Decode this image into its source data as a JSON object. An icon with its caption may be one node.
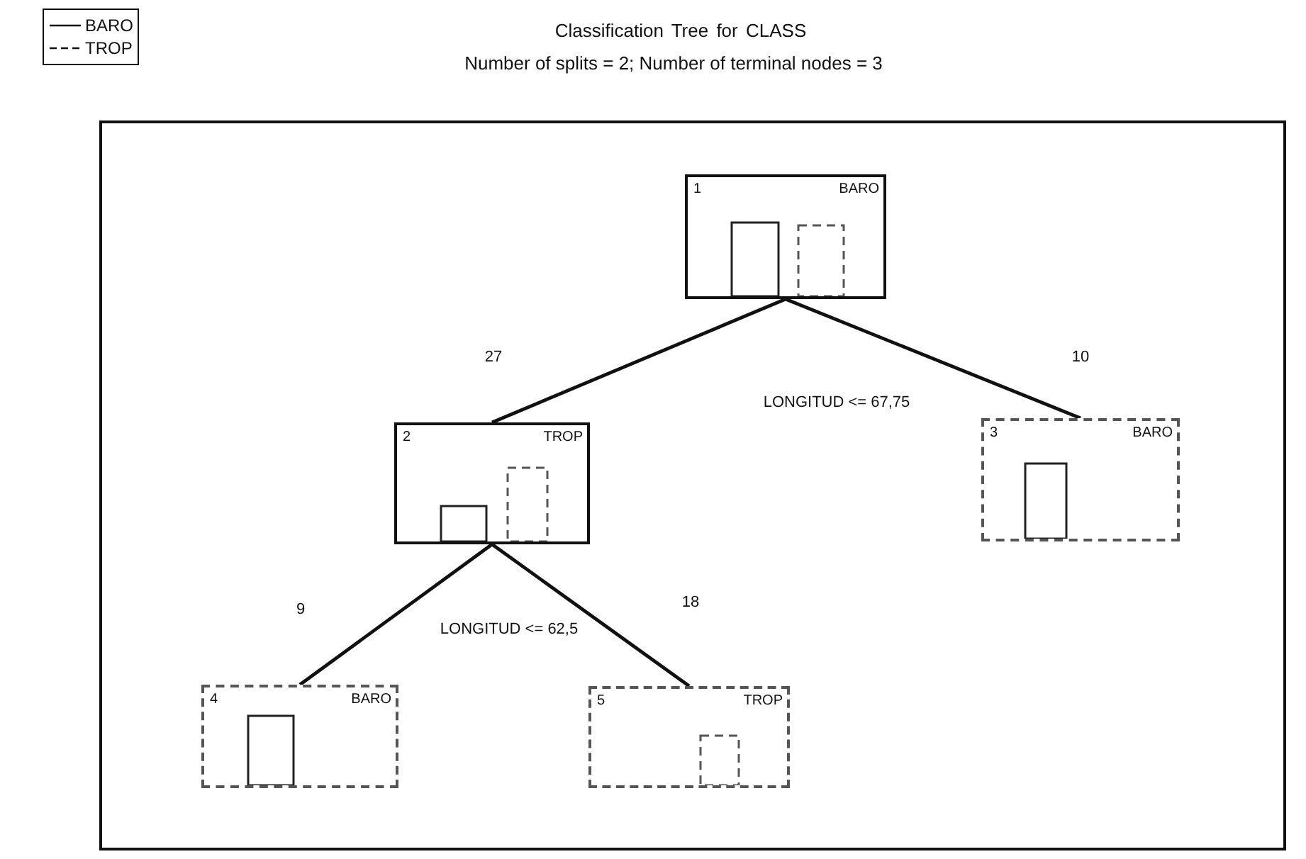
{
  "diagram": {
    "title": "Classification Tree for CLASS",
    "nodes": [
      {
        "text": [
          "1",
          "BARO"
        ]
      },
      {
        "text": [
          "2",
          "TROP"
        ]
      },
      {
        "text": [
          "3",
          "BARO"
        ]
      },
      {
        "text": [
          "4",
          "BARO"
        ]
      },
      {
        "text": [
          "5",
          "TROP"
        ]
      }
    ],
    "edges": [
      {
        "from": 0,
        "to": 1,
        "arrow": "none",
        "label": "27"
      },
      {
        "from": 0,
        "to": 2,
        "arrow": "none",
        "label": "10"
      },
      {
        "from": 1,
        "to": 3,
        "arrow": "none",
        "label": "9"
      },
      {
        "from": 1,
        "to": 4,
        "arrow": "none",
        "label": "18"
      }
    ],
    "labels": [
      "Number of splits = 2; Number of terminal nodes = 3",
      "LONGITUD <= 67,75",
      "LONGITUD <= 62,5"
    ],
    "legend": [
      {
        "text": "BARO"
      },
      {
        "text": "TROP"
      }
    ]
  }
}
